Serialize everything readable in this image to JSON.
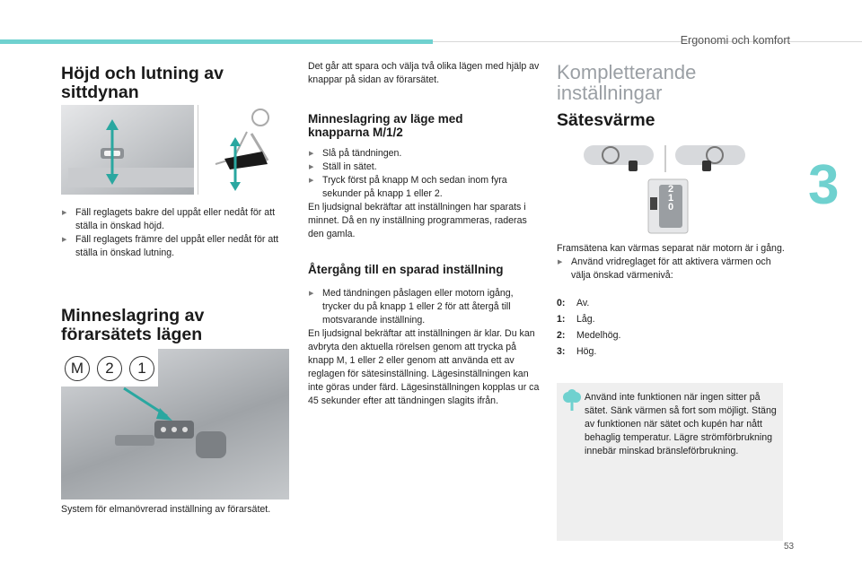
{
  "header": {
    "section": "Ergonomi och komfort",
    "chapter": "3",
    "page": "53"
  },
  "col1": {
    "title1": "Höjd och lutning av sittdynan",
    "bullets1": [
      "Fäll reglagets bakre del uppåt eller nedåt för att ställa in önskad höjd.",
      "Fäll reglagets främre del uppåt eller nedåt för att ställa in önskad lutning."
    ],
    "title2": "Minneslagring av förarsätets lägen",
    "buttons": [
      "M",
      "2",
      "1"
    ],
    "caption": "System för elmanövrerad inställning av förarsätet."
  },
  "col2": {
    "intro": "Det går att spara och välja två olika lägen med hjälp av knappar på sidan av förarsätet.",
    "title1": "Minneslagring av läge med knapparna M/1/2",
    "bullets1": [
      "Slå på tändningen.",
      "Ställ in sätet.",
      "Tryck först på knapp M och sedan inom fyra sekunder på knapp 1 eller 2."
    ],
    "para1": "En ljudsignal bekräftar att inställningen har sparats i minnet. Då en ny inställning programmeras, raderas den gamla.",
    "title2": "Återgång till en sparad inställning",
    "bullets2": [
      "Med tändningen påslagen eller motorn igång, trycker du på knapp 1 eller 2 för att återgå till motsvarande inställning."
    ],
    "para2": "En ljudsignal bekräftar att inställningen är klar. Du kan avbryta den aktuella rörelsen genom att trycka på knapp M, 1 eller 2 eller genom att använda ett av reglagen för sätesinställning. Lägesinställningen kan inte göras under färd. Lägesinställningen kopplas ur ca 45 sekunder efter att tändningen slagits ifrån."
  },
  "col3": {
    "title": "Kompletterande inställningar",
    "subtitle": "Sätesvärme",
    "dial": [
      "2",
      "1",
      "0"
    ],
    "intro": "Framsätena kan värmas separat när motorn är i gång.",
    "bullet": "Använd vridreglaget för att aktivera värmen och välja önskad värmenivå:",
    "levels": [
      {
        "k": "0:",
        "v": "Av."
      },
      {
        "k": "1:",
        "v": "Låg."
      },
      {
        "k": "2:",
        "v": "Medelhög."
      },
      {
        "k": "3:",
        "v": "Hög."
      }
    ],
    "note": "Använd inte funktionen när ingen sitter på sätet. Sänk värmen så fort som möjligt. Stäng av funktionen när sätet och kupén har nått behaglig temperatur. Lägre strömförbrukning innebär minskad bränsleförbrukning."
  },
  "colors": {
    "accent": "#6fd1cf",
    "arrow": "#2aa7a0",
    "note_bg": "#efefef"
  }
}
